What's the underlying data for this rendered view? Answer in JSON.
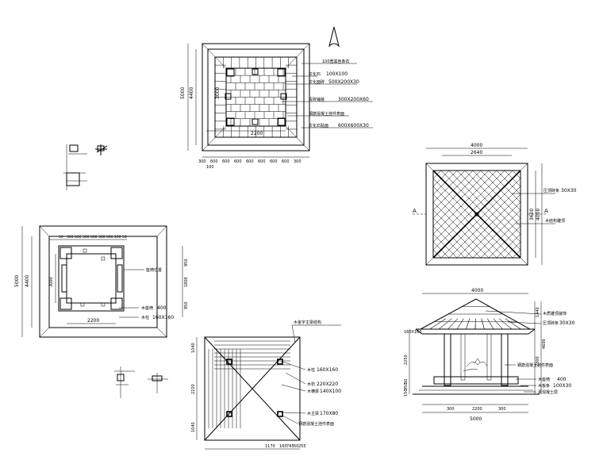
{
  "plan_paving": {
    "notes": [
      "100宽黑色条石",
      "文化石",
      "文化面砖",
      "青砖铺装",
      "钢筋混凝土挂件表面",
      "文化石贴面"
    ],
    "specs": [
      "100X100",
      "500X200X30",
      "300X200X60",
      "600X600X30"
    ],
    "dims_bottom": [
      "300",
      "600",
      "600",
      "600",
      "600",
      "600",
      "600",
      "600",
      "300"
    ],
    "dims_left": [
      "5000",
      "4400"
    ],
    "inner_dims": [
      "3000",
      "2200"
    ],
    "small_dim": "100"
  },
  "plan_columns": {
    "dims_top": [
      "50",
      "300",
      "600",
      "300",
      "600",
      "300",
      "600",
      "200",
      "50"
    ],
    "dims_left": [
      "5000",
      "4400",
      "3000"
    ],
    "dims_right": [
      "950",
      "1800",
      "950"
    ],
    "dims_bottom": [
      "2200"
    ],
    "notes": [
      "座椅位置",
      "木座椅",
      "木柱"
    ],
    "specs": [
      "400",
      "160X160"
    ]
  },
  "plan_roof_frame": {
    "notes": [
      "木金字主梁结构",
      "木柱",
      "木枋",
      "木横梁",
      "木主梁",
      "钢筋混凝土挂件表面"
    ],
    "specs": [
      "160X160",
      "220X220",
      "140X100",
      "170X80"
    ],
    "dims_left": [
      "1040",
      "2220",
      "1040"
    ],
    "dims_bottom": [
      "1170",
      "160",
      "745",
      "50",
      "255"
    ]
  },
  "plan_roof_top": {
    "dims_top": [
      "4000",
      "2640"
    ],
    "dims_right": [
      "3600",
      "4000"
    ],
    "section_label": "A",
    "notes": [
      "压顶砖条",
      "木结构雕顶"
    ],
    "specs": [
      "30X30"
    ]
  },
  "elevation": {
    "dims_top": [
      "4000"
    ],
    "dims_left": [
      "160X160",
      "2250",
      "50",
      "350",
      "150"
    ],
    "dims_right": [
      "1440",
      "2300",
      "4600"
    ],
    "dims_bottom": [
      "300",
      "2200",
      "300",
      "5000"
    ],
    "notes": [
      "木质雕顶装饰",
      "压顶砖条",
      "钢筋混凝土挂件表面",
      "木座椅",
      "木板条",
      "素混凝土层"
    ],
    "specs": [
      "30X30",
      "400",
      "100X30"
    ]
  }
}
